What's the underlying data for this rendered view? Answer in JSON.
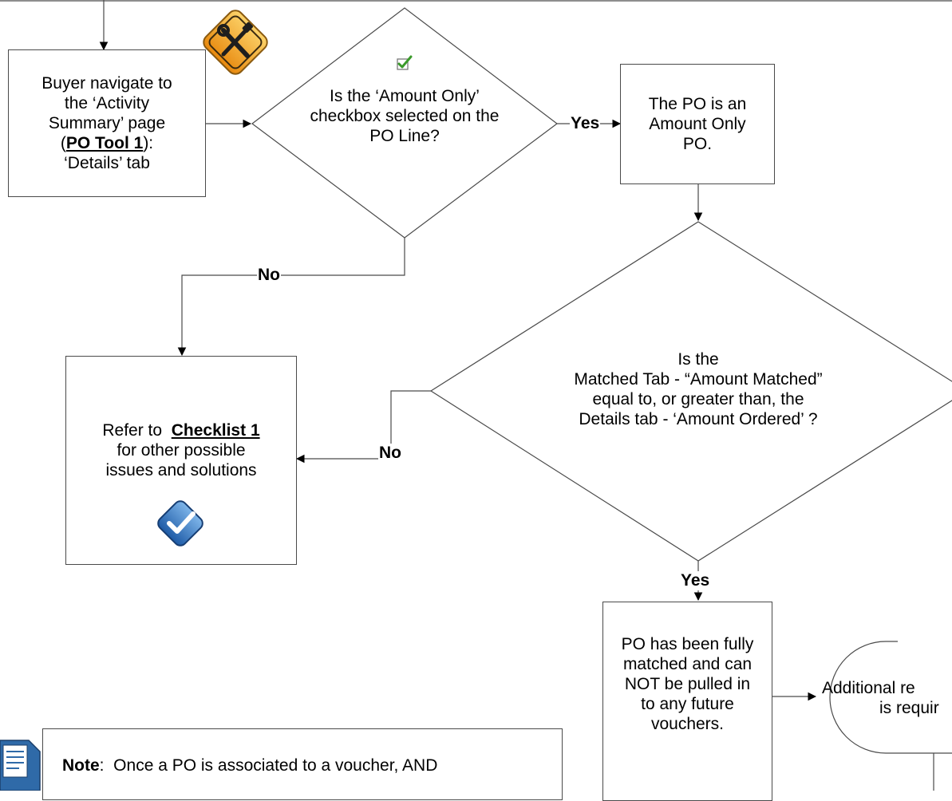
{
  "nodes": {
    "start": {
      "line1": "Buyer navigate to",
      "line2": "the ‘Activity",
      "line3": "Summary’ page",
      "paren_open": "(",
      "link": "PO Tool 1",
      "paren_close": "):",
      "line5": "‘Details’ tab"
    },
    "decision_amount_only": {
      "line1": "Is the ‘Amount Only’",
      "line2": "checkbox selected on the",
      "line3": "PO Line?"
    },
    "amount_only_po": {
      "line1": "The PO is an",
      "line2": "Amount Only",
      "line3": "PO."
    },
    "checklist": {
      "prefix": "Refer to  ",
      "link": "Checklist 1",
      "line2": "for other possible",
      "line3": "issues and solutions"
    },
    "decision_matched": {
      "line1": "Is the",
      "line2": "Matched Tab - “Amount Matched”",
      "line3": "equal to, or greater than, the",
      "line4": "Details tab - ‘Amount Ordered’ ?"
    },
    "fully_matched": {
      "line1": "PO has been fully",
      "line2": "matched and can",
      "line3": "NOT be pulled in",
      "line4": "to any future",
      "line5": "vouchers."
    },
    "terminal": {
      "line1": "Additional re",
      "line2": "is requir"
    },
    "note": {
      "label": "Note",
      "text": ":  Once a PO is associated to a voucher, AND"
    }
  },
  "edge_labels": {
    "yes_1": "Yes",
    "no_1": "No",
    "no_2": "No",
    "yes_2": "Yes"
  },
  "icons": {
    "tools": "tools-warning-icon",
    "checkmark_small": "checkmark-icon",
    "checkmark_badge": "checkmark-badge-icon",
    "note": "note-document-icon"
  },
  "colors": {
    "line": "#4a4a4a",
    "tools_fill": "#f4a21c",
    "check_green": "#3a9a2a",
    "badge_blue": "#2a6fbf",
    "note_blue": "#2f6aa8"
  }
}
